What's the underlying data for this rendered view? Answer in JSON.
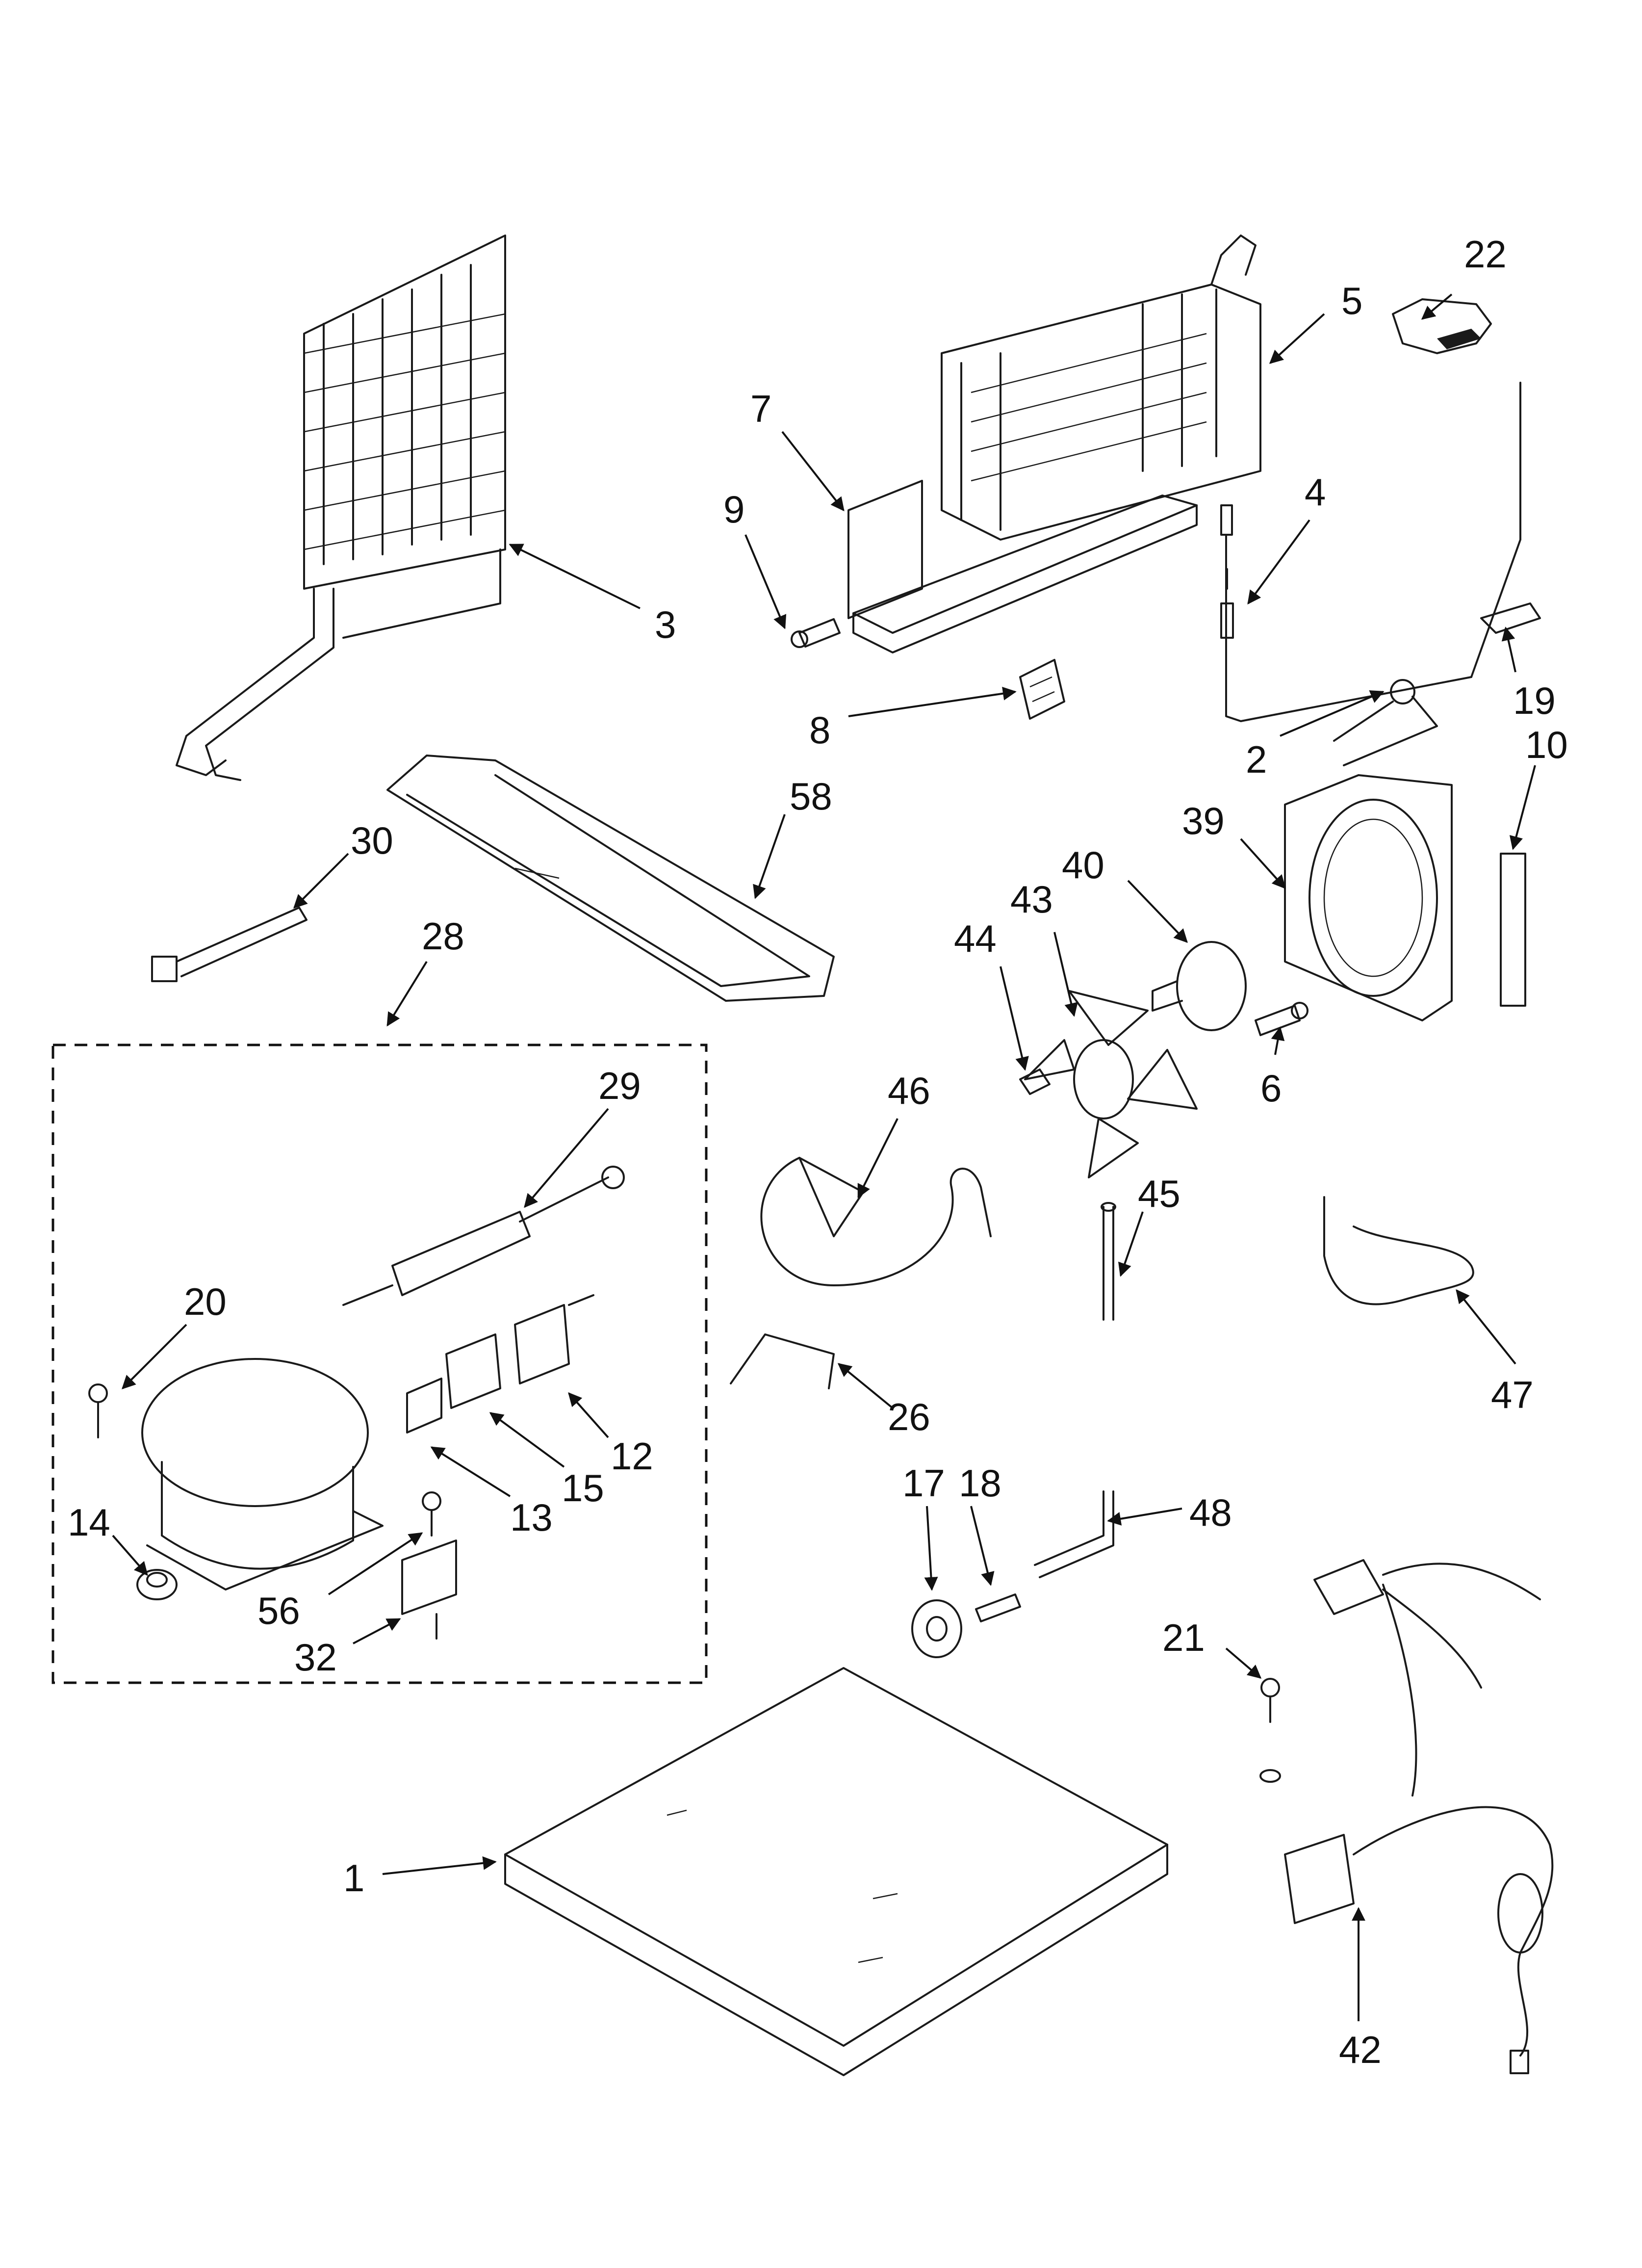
{
  "callouts": [
    {
      "id": "1",
      "label": "1"
    },
    {
      "id": "2",
      "label": "2"
    },
    {
      "id": "3",
      "label": "3"
    },
    {
      "id": "4",
      "label": "4"
    },
    {
      "id": "5",
      "label": "5"
    },
    {
      "id": "6",
      "label": "6"
    },
    {
      "id": "7",
      "label": "7"
    },
    {
      "id": "8",
      "label": "8"
    },
    {
      "id": "9",
      "label": "9"
    },
    {
      "id": "10",
      "label": "10"
    },
    {
      "id": "12",
      "label": "12"
    },
    {
      "id": "13",
      "label": "13"
    },
    {
      "id": "14",
      "label": "14"
    },
    {
      "id": "15",
      "label": "15"
    },
    {
      "id": "17",
      "label": "17"
    },
    {
      "id": "18",
      "label": "18"
    },
    {
      "id": "19",
      "label": "19"
    },
    {
      "id": "20",
      "label": "20"
    },
    {
      "id": "21",
      "label": "21"
    },
    {
      "id": "22",
      "label": "22"
    },
    {
      "id": "26",
      "label": "26"
    },
    {
      "id": "28",
      "label": "28"
    },
    {
      "id": "29",
      "label": "29"
    },
    {
      "id": "30",
      "label": "30"
    },
    {
      "id": "32",
      "label": "32"
    },
    {
      "id": "39",
      "label": "39"
    },
    {
      "id": "40",
      "label": "40"
    },
    {
      "id": "42",
      "label": "42"
    },
    {
      "id": "43",
      "label": "43"
    },
    {
      "id": "44",
      "label": "44"
    },
    {
      "id": "45",
      "label": "45"
    },
    {
      "id": "46",
      "label": "46"
    },
    {
      "id": "47",
      "label": "47"
    },
    {
      "id": "48",
      "label": "48"
    },
    {
      "id": "56",
      "label": "56"
    },
    {
      "id": "58",
      "label": "58"
    }
  ],
  "group_box": {
    "label_ref": "28"
  }
}
